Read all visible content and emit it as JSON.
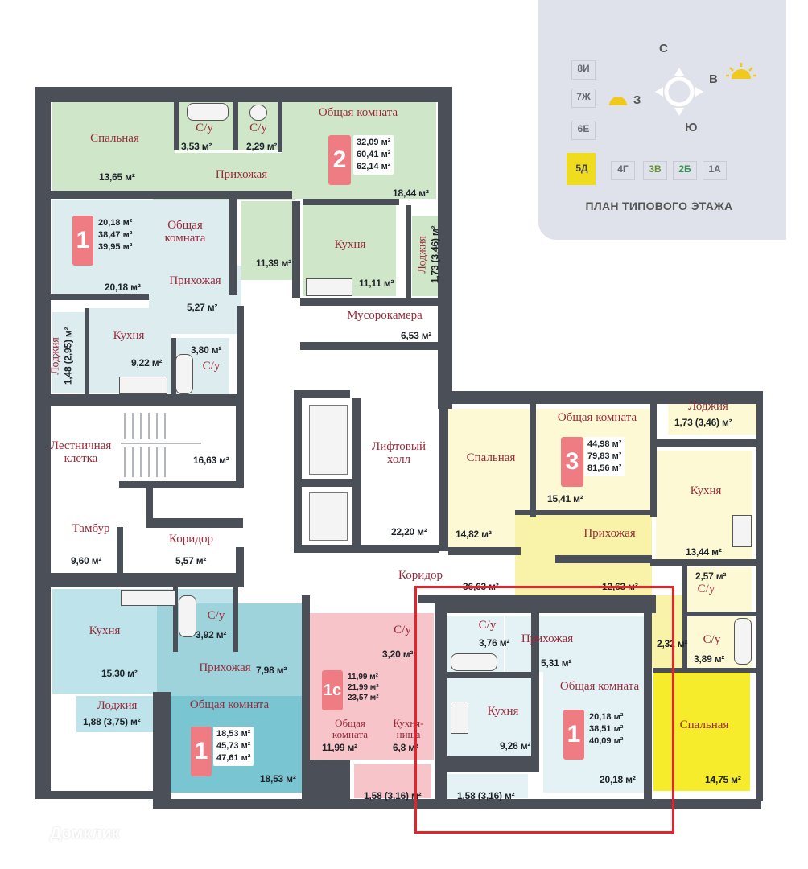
{
  "key_plan": {
    "title": "ПЛАН ТИПОВОГО ЭТАЖА",
    "compass": {
      "n": "С",
      "e": "В",
      "s": "Ю",
      "w": "З"
    },
    "sections": [
      "8И",
      "7Ж",
      "6Е",
      "5Д",
      "4Г",
      "3В",
      "2Б",
      "1А"
    ],
    "current_section": "5Д"
  },
  "apartments": {
    "a2": {
      "number": "2",
      "sizes": [
        "32,09 м²",
        "60,41 м²",
        "62,14 м²"
      ]
    },
    "a1_top": {
      "number": "1",
      "sizes": [
        "20,18 м²",
        "38,47 м²",
        "39,95 м²"
      ]
    },
    "a3": {
      "number": "3",
      "sizes": [
        "44,98 м²",
        "79,83 м²",
        "81,56 м²"
      ]
    },
    "a1c": {
      "number": "1с",
      "sizes": [
        "11,99 м²",
        "21,99 м²",
        "23,57 м²"
      ]
    },
    "a1_bottom": {
      "number": "1",
      "sizes": [
        "18,53 м²",
        "45,73 м²",
        "47,61 м²"
      ]
    },
    "a1_highlight": {
      "number": "1",
      "sizes": [
        "20,18 м²",
        "38,51 м²",
        "40,09 м²"
      ]
    }
  },
  "rooms": {
    "bedroom_a2": {
      "name": "Спальная",
      "area": "13,65 м²"
    },
    "bath_a2_1": {
      "name": "С/у",
      "area": "3,53 м²"
    },
    "bath_a2_2": {
      "name": "С/у",
      "area": "2,29 м²"
    },
    "living_a2": {
      "name": "Общая комната",
      "area": "18,44 м²"
    },
    "hall_a2": {
      "name": "Прихожая",
      "area": "11,39 м²"
    },
    "kitchen_a2": {
      "name": "Кухня",
      "area": "11,11 м²"
    },
    "loggia_a2": {
      "name": "Лоджия",
      "area": "1,73 (3,46) м²"
    },
    "living_a1t": {
      "name": "Общая комната",
      "area": "20,18 м²"
    },
    "hall_a1t": {
      "name": "Прихожая",
      "area": "5,27 м²"
    },
    "kitchen_a1t": {
      "name": "Кухня",
      "area": "9,22 м²"
    },
    "bath_a1t": {
      "name": "С/у",
      "area": "3,80 м²"
    },
    "loggia_a1t": {
      "name": "Лоджия",
      "area": "1,48 (2,95) м²"
    },
    "garbage": {
      "name": "Мусорокамера",
      "area": "6,53 м²"
    },
    "stairs": {
      "name": "Лестничная клетка",
      "area": "16,63 м²"
    },
    "lift_hall": {
      "name": "Лифтовый холл",
      "area": "22,20 м²"
    },
    "vestibule": {
      "name": "Тамбур",
      "area": "9,60 м²"
    },
    "corridor_small": {
      "name": "Коридор",
      "area": "5,57 м²"
    },
    "corridor_main": {
      "name": "Коридор",
      "area": "36,63 м²"
    },
    "bedroom_a3_1": {
      "name": "Спальная",
      "area": "14,82 м²"
    },
    "living_a3": {
      "name": "Общая комната",
      "area": "15,41 м²"
    },
    "hall_a3": {
      "name": "Прихожая",
      "area": "12,63 м²"
    },
    "kitchen_a3": {
      "name": "Кухня",
      "area": "13,44 м²"
    },
    "loggia_a3": {
      "name": "Лоджия",
      "area": "1,73 (3,46) м²"
    },
    "bath_a3_1": {
      "name": "С/у",
      "area": "2,57 м²"
    },
    "bath_a3_2": {
      "name": "С/у",
      "area": "3,89 м²"
    },
    "closet_a3": {
      "area": "2,32 м²"
    },
    "bedroom_a3_2": {
      "name": "Спальная",
      "area": "14,75 м²"
    },
    "kitchen_a1b": {
      "name": "Кухня",
      "area": "15,30 м²"
    },
    "bath_a1b": {
      "name": "С/у",
      "area": "3,92 м²"
    },
    "hall_a1b": {
      "name": "Прихожая",
      "area": "7,98 м²"
    },
    "loggia_a1b": {
      "name": "Лоджия",
      "area": "1,88 (3,75) м²"
    },
    "living_a1b": {
      "name": "Общая комната",
      "area": "18,53 м²"
    },
    "bath_a1c": {
      "name": "С/у",
      "area": "3,20 м²"
    },
    "living_a1c": {
      "name": "Общая комната",
      "area": "11,99 м²"
    },
    "kitchen_a1c": {
      "name": "Кухня-ниша",
      "area": "6,8 м²"
    },
    "loggia_a1c": {
      "area": "1,58 (3,16) м²"
    },
    "bath_hl": {
      "name": "С/у",
      "area": "3,76 м²"
    },
    "hall_hl": {
      "name": "Прихожая",
      "area": "5,31 м²"
    },
    "kitchen_hl": {
      "name": "Кухня",
      "area": "9,26 м²"
    },
    "living_hl": {
      "name": "Общая комната",
      "area": "20,18 м²"
    },
    "loggia_hl": {
      "area": "1,58 (3,16) м²"
    }
  },
  "watermark": "Домклик",
  "colors": {
    "green": "#cfe6c9",
    "lightblue": "#dcecef",
    "yellow": "#f8f3a8",
    "pink": "#f6c4c9",
    "teal": "#79c6d2",
    "highlight_frame": "#e8222a",
    "key_plan_bg": "#dfe2ea",
    "key_highlight": "#f0dc1e"
  }
}
